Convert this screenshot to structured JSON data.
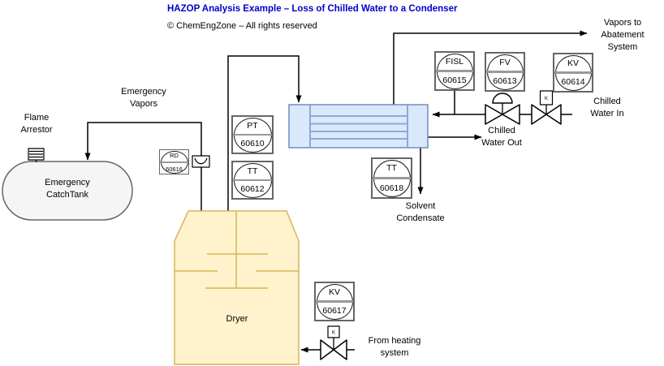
{
  "header": {
    "title": "HAZOP Analysis Example – Loss of Chilled Water to a Condenser",
    "copyright": "© ChemEngZone – All rights reserved"
  },
  "instruments": {
    "fisl": {
      "tag": "FISL",
      "number": "60615"
    },
    "fv": {
      "tag": "FV",
      "number": "60613"
    },
    "kv_chilled": {
      "tag": "KV",
      "number": "60614"
    },
    "pt": {
      "tag": "PT",
      "number": "60610"
    },
    "tt_vapor": {
      "tag": "TT",
      "number": "60612"
    },
    "tt_condensate": {
      "tag": "TT",
      "number": "60618"
    },
    "kv_heating": {
      "tag": "KV",
      "number": "60617"
    },
    "rd": {
      "tag": "RD",
      "number": "60616"
    }
  },
  "labels": {
    "vapors_abatement": {
      "line1": "Vapors to",
      "line2": "Abatement",
      "line3": "System"
    },
    "chilled_water_in": {
      "line1": "Chilled",
      "line2": "Water In"
    },
    "chilled_water_out": {
      "line1": "Chilled",
      "line2": "Water Out"
    },
    "solvent_condensate": {
      "line1": "Solvent",
      "line2": "Condensate"
    },
    "emergency_vapors": {
      "line1": "Emergency",
      "line2": "Vapors"
    },
    "flame_arrestor": {
      "line1": "Flame",
      "line2": "Arrestor"
    },
    "catch_tank": {
      "line1": "Emergency",
      "line2": "CatchTank"
    },
    "dryer": "Dryer",
    "from_heating": {
      "line1": "From heating",
      "line2": "system"
    },
    "actuator_letter": "K"
  },
  "colors": {
    "title": "#0000CC",
    "line": "#000000",
    "condenser_fill": "#DAE8FC",
    "condenser_stroke": "#6C8EBF",
    "condenser_tubes": "#8DA9D4",
    "dryer_fill": "#FFF2CC",
    "dryer_stroke": "#D6B656",
    "tank_fill": "#F5F5F5",
    "tank_stroke": "#666666",
    "instrument_border": "#666666",
    "instrument_divider": "#999999"
  }
}
